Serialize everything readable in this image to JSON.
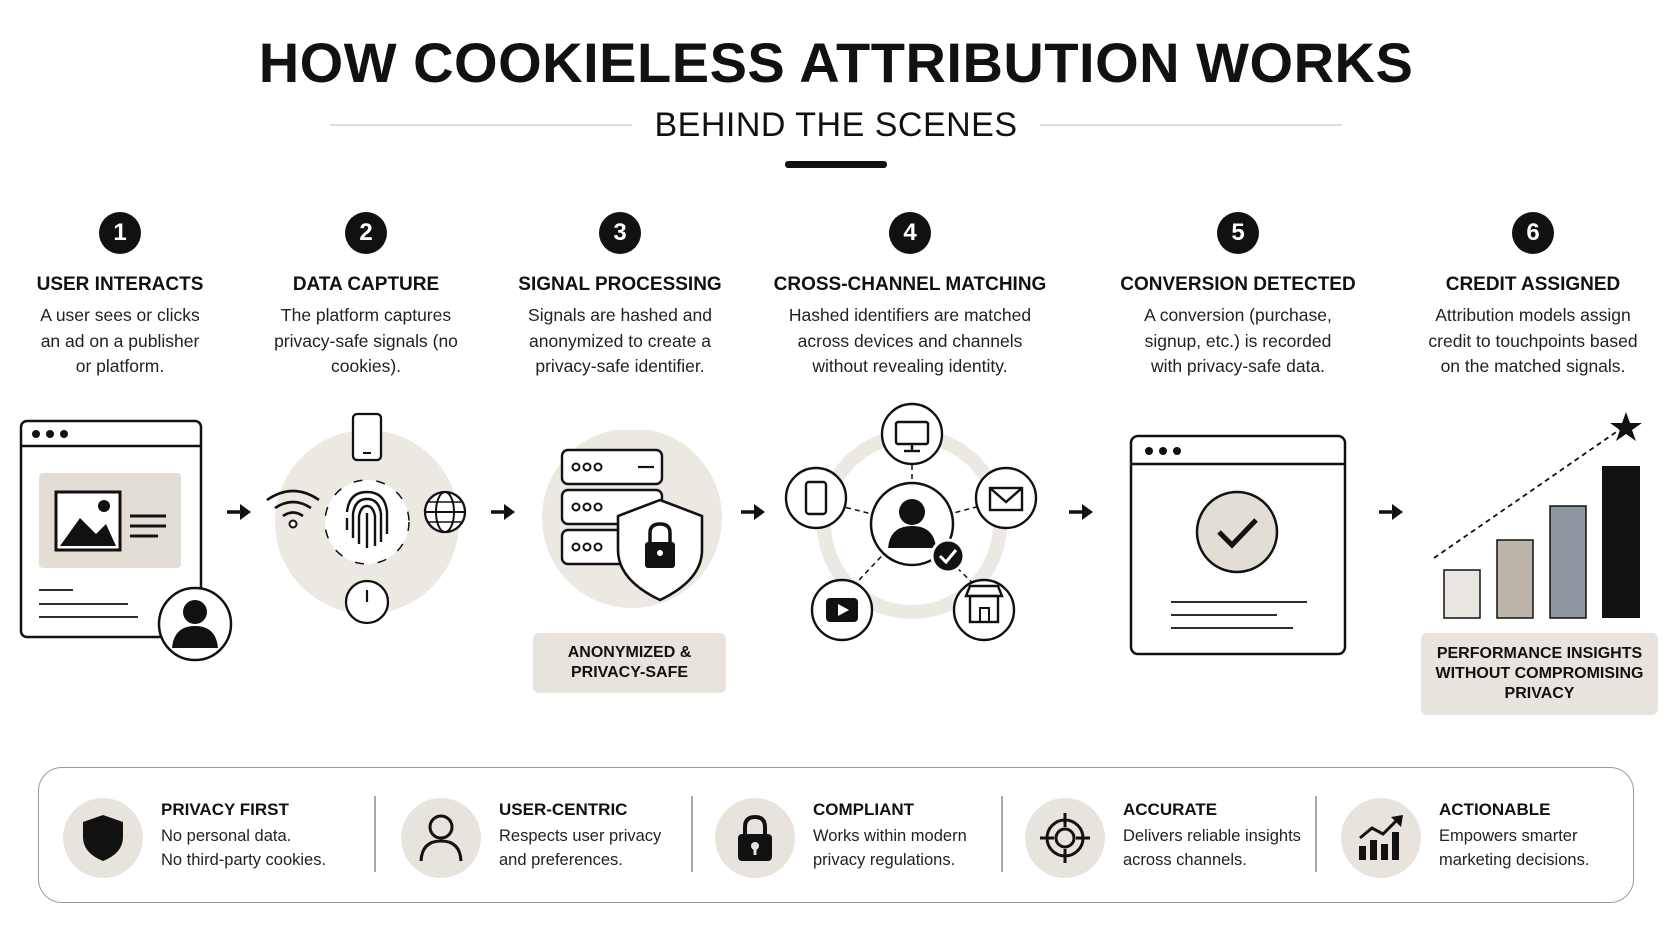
{
  "header": {
    "title": "HOW COOKIELESS ATTRIBUTION WORKS",
    "subtitle": "BEHIND THE SCENES"
  },
  "steps": [
    {
      "number": "1",
      "title": "USER INTERACTS",
      "description": "A user sees or clicks an ad on a publisher or platform."
    },
    {
      "number": "2",
      "title": "DATA CAPTURE",
      "description": "The platform captures privacy-safe signals (no cookies)."
    },
    {
      "number": "3",
      "title": "SIGNAL PROCESSING",
      "description": "Signals are hashed and anonymized to create a privacy-safe identifier."
    },
    {
      "number": "4",
      "title": "CROSS-CHANNEL MATCHING",
      "description": "Hashed identifiers are matched across devices and channels without revealing identity."
    },
    {
      "number": "5",
      "title": "CONVERSION DETECTED",
      "description": "A conversion (purchase, signup, etc.) is recorded with privacy-safe data."
    },
    {
      "number": "6",
      "title": "CREDIT ASSIGNED",
      "description": "Attribution models assign credit to touchpoints based on the matched signals."
    }
  ],
  "badges": {
    "anonymized": "ANONYMIZED & PRIVACY-SAFE",
    "insights": "PERFORMANCE INSIGHTS WITHOUT COMPROMISING PRIVACY"
  },
  "features": [
    {
      "title": "PRIVACY FIRST",
      "line1": "No personal data.",
      "line2": "No third-party cookies.",
      "icon": "shield-icon"
    },
    {
      "title": "USER-CENTRIC",
      "line1": "Respects user privacy",
      "line2": "and preferences.",
      "icon": "user-icon"
    },
    {
      "title": "COMPLIANT",
      "line1": "Works within modern",
      "line2": "privacy regulations.",
      "icon": "lock-icon"
    },
    {
      "title": "ACCURATE",
      "line1": "Delivers reliable insights",
      "line2": "across channels.",
      "icon": "target-icon"
    },
    {
      "title": "ACTIONABLE",
      "line1": "Empowers smarter",
      "line2": "marketing decisions.",
      "icon": "growth-chart-icon"
    }
  ],
  "colors": {
    "ink": "#111111",
    "accent_beige": "#e8e4dd",
    "bar_light": "#e9e6e1",
    "bar_mid": "#bdb5ab",
    "bar_slate": "#8e96a0"
  }
}
